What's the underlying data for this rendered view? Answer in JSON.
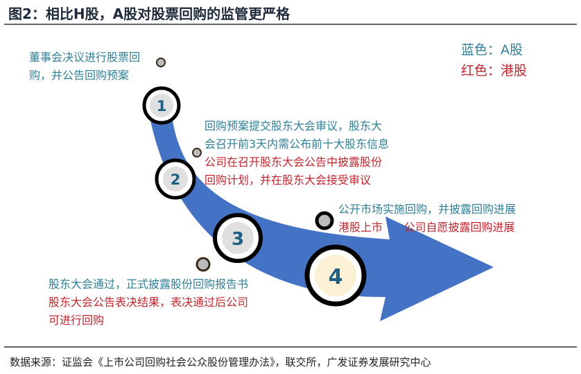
{
  "title": "图2：相比H股，A股对股票回购的监管更严格",
  "legend": {
    "blue": "蓝色：A股",
    "red": "红色：港股",
    "blue_color": "#2f7f97",
    "red_color": "#c0262d"
  },
  "steps": [
    {
      "number": "1",
      "blue": [
        "董事会决议进行股票回",
        "购，并公告回购预案"
      ],
      "red": []
    },
    {
      "number": "2",
      "blue": [
        "回购预案提交股东大会审议，股东大",
        "会召开前3天内需公布前十大股东信息"
      ],
      "red": [
        "公司在召开股东大会公告中披露股份",
        "回购计划，并在股东大会接受审议"
      ]
    },
    {
      "number": "3",
      "blue": [
        "股东大会通过，正式披露股份回购报告书"
      ],
      "red": [
        "股东大会公告表决结果，表决通过后公司",
        "可进行回购"
      ]
    },
    {
      "number": "4",
      "blue": [
        "公开市场实施回购，并披露回购进展"
      ],
      "red": [
        "港股上市      公司自愿披露回购进展"
      ]
    }
  ],
  "source": "数据来源：证监会《上市公司回购社会公众股份管理办法》，联交所，广发证券发展研究中心"
}
